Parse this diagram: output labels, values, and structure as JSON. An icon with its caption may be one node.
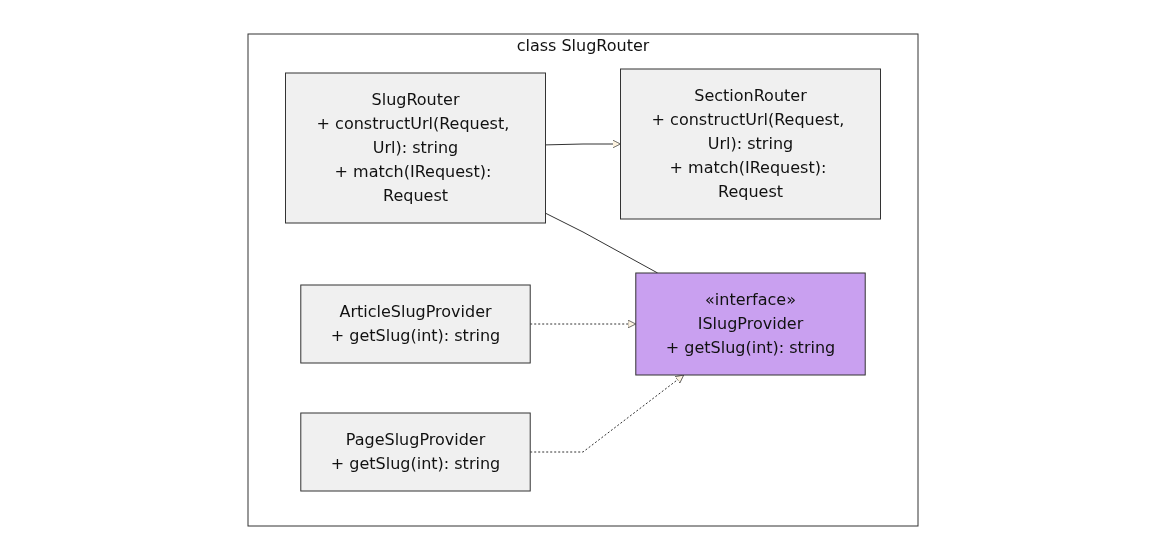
{
  "diagram": {
    "nodes": [
      {
        "text": [
          "class SlugRouter"
        ]
      },
      {
        "text": [
          "SectionRouter",
          "+ constructUrl(Request, Url): string",
          "+ match(IRequest): Request"
        ],
        "in": 0
      },
      {
        "text": [
          "ArticleSlugProvider",
          "+ getSlug(int): string"
        ],
        "in": 0
      },
      {
        "text": [
          "SlugRouter",
          "+ constructUrl(Request, Url): string",
          "+ match(IRequest): Request"
        ],
        "in": 0
      },
      {
        "text": [
          "«interface»",
          "ISlugProvider",
          "+ getSlug(int): string"
        ],
        "in": 0
      },
      {
        "text": [
          "PageSlugProvider",
          "+ getSlug(int): string"
        ],
        "in": 0
      }
    ],
    "edges": [
      {
        "from": 3,
        "to": 1,
        "arrow": "to"
      },
      {
        "from": 2,
        "to": 4,
        "arrow": "to",
        "style": "dashed"
      },
      {
        "from": 5,
        "to": 4,
        "arrow": "to",
        "style": "dashed"
      },
      {
        "from": 3,
        "to": 4,
        "arrow": "other"
      }
    ]
  }
}
